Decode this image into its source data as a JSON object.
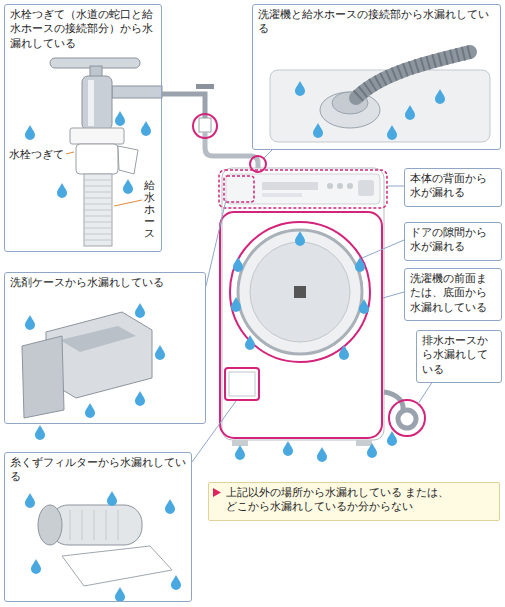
{
  "diagram": {
    "nodes": [
      {
        "text": [
          "水栓つぎて（水道の蛇口と給水ホースの接続部分）から水漏れしている"
        ]
      },
      {
        "text": [
          "洗濯機と給水ホースの接続部から水漏れしている"
        ]
      },
      {
        "text": [
          "本体の背面から水が漏れる"
        ]
      },
      {
        "text": [
          "ドアの隙間から水が漏れる"
        ]
      },
      {
        "text": [
          "洗濯機の前面または、底面から水漏れしている"
        ]
      },
      {
        "text": [
          "排水ホースから水漏れしている"
        ]
      },
      {
        "text": [
          "洗剤ケースから水漏れしている"
        ]
      },
      {
        "text": [
          "糸くずフィルターから水漏れしている"
        ]
      },
      {
        "text": [
          "上記以外の場所から水漏れしている または、どこから水漏れしているか分からない"
        ]
      }
    ],
    "labels": [
      "水栓つぎて",
      "給水ホース"
    ]
  }
}
